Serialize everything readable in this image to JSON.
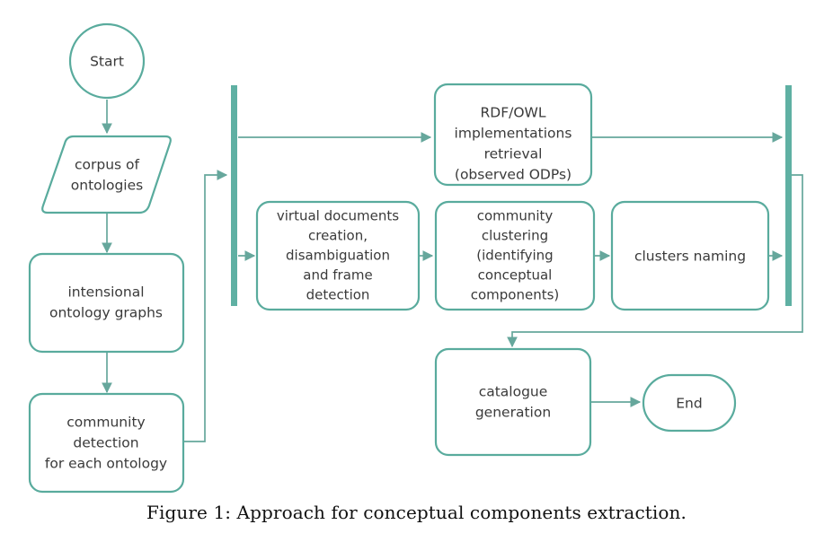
{
  "figure": {
    "caption": "Figure 1: Approach for conceptual components extraction.",
    "colors": {
      "accent": "#59ab9d",
      "bar": "#5fb0a3",
      "edge": "#66a79c",
      "text": "#3a3a3a",
      "background": "#ffffff",
      "caption_text": "#111111"
    }
  },
  "diagram": {
    "type": "flowchart",
    "nodes": [
      {
        "id": "start",
        "shape": "circle",
        "label": "Start",
        "lines": [
          "Start"
        ]
      },
      {
        "id": "corpus-of-ontologies",
        "shape": "parallelogram",
        "label": "corpus of ontologies",
        "lines": [
          "corpus of",
          "ontologies"
        ]
      },
      {
        "id": "intensional-ontology-graphs",
        "shape": "rounded-rect",
        "label": "intensional ontology graphs",
        "lines": [
          "intensional",
          "ontology graphs"
        ]
      },
      {
        "id": "community-detection-for-each-ontology",
        "shape": "rounded-rect",
        "label": "community detection for each ontology",
        "lines": [
          "community",
          "detection",
          "for each ontology"
        ]
      },
      {
        "id": "fork-bar-left",
        "shape": "sync-bar",
        "label": ""
      },
      {
        "id": "rdf-owl-implementations-retrieval",
        "shape": "rounded-rect",
        "label": "RDF/OWL implementations retrieval (observed ODPs)",
        "lines": [
          "RDF/OWL",
          "implementations",
          "retrieval",
          "(observed ODPs)"
        ]
      },
      {
        "id": "virtual-documents-creation",
        "shape": "rounded-rect",
        "label": "virtual documents creation, disambiguation and frame detection",
        "lines": [
          "virtual documents",
          "creation,",
          "disambiguation",
          "and frame",
          "detection"
        ]
      },
      {
        "id": "community-clustering",
        "shape": "rounded-rect",
        "label": "community clustering (identifying conceptual components)",
        "lines": [
          "community",
          "clustering",
          "(identifying",
          "conceptual",
          "components)"
        ]
      },
      {
        "id": "clusters-naming",
        "shape": "rounded-rect",
        "label": "clusters naming",
        "lines": [
          "clusters naming"
        ]
      },
      {
        "id": "join-bar-right",
        "shape": "sync-bar",
        "label": ""
      },
      {
        "id": "catalogue-generation",
        "shape": "rounded-rect",
        "label": "catalogue generation",
        "lines": [
          "catalogue",
          "generation"
        ]
      },
      {
        "id": "end",
        "shape": "ellipse",
        "label": "End",
        "lines": [
          "End"
        ]
      }
    ],
    "edges": [
      {
        "from": "start",
        "to": "corpus-of-ontologies"
      },
      {
        "from": "corpus-of-ontologies",
        "to": "intensional-ontology-graphs"
      },
      {
        "from": "intensional-ontology-graphs",
        "to": "community-detection-for-each-ontology"
      },
      {
        "from": "community-detection-for-each-ontology",
        "to": "fork-bar-left"
      },
      {
        "from": "fork-bar-left",
        "to": "rdf-owl-implementations-retrieval"
      },
      {
        "from": "fork-bar-left",
        "to": "virtual-documents-creation"
      },
      {
        "from": "rdf-owl-implementations-retrieval",
        "to": "join-bar-right"
      },
      {
        "from": "virtual-documents-creation",
        "to": "community-clustering"
      },
      {
        "from": "community-clustering",
        "to": "clusters-naming"
      },
      {
        "from": "clusters-naming",
        "to": "join-bar-right"
      },
      {
        "from": "join-bar-right",
        "to": "catalogue-generation"
      },
      {
        "from": "catalogue-generation",
        "to": "end"
      }
    ]
  },
  "labels": {
    "start": "Start",
    "corpus_line1": "corpus of",
    "corpus_line2": "ontologies",
    "intensional_line1": "intensional",
    "intensional_line2": "ontology graphs",
    "commdet_line1": "community",
    "commdet_line2": "detection",
    "commdet_line3": "for each ontology",
    "rdf_line1": "RDF/OWL",
    "rdf_line2": "implementations",
    "rdf_line3": "retrieval",
    "rdf_line4": "(observed ODPs)",
    "vdoc_line1": "virtual documents",
    "vdoc_line2": "creation,",
    "vdoc_line3": "disambiguation",
    "vdoc_line4": "and frame",
    "vdoc_line5": "detection",
    "clust_line1": "community",
    "clust_line2": "clustering",
    "clust_line3": "(identifying",
    "clust_line4": "conceptual",
    "clust_line5": "components)",
    "naming_line1": "clusters naming",
    "catalogue_line1": "catalogue",
    "catalogue_line2": "generation",
    "end": "End"
  }
}
